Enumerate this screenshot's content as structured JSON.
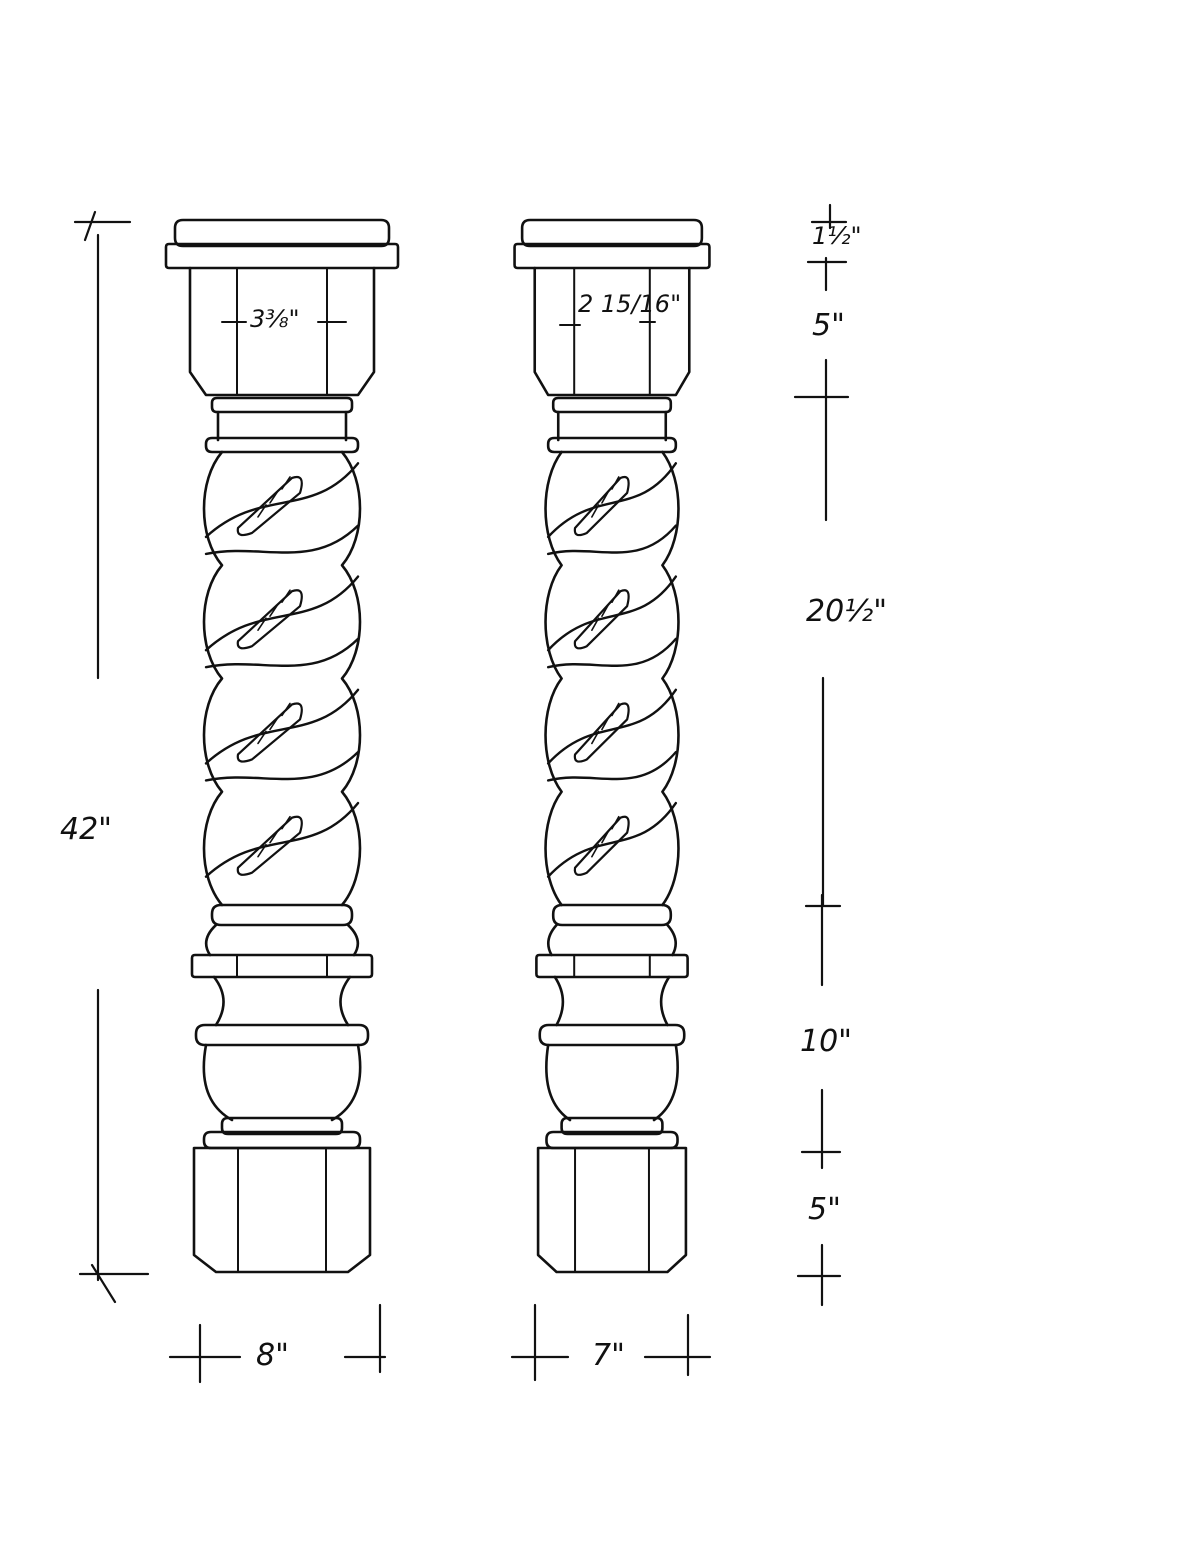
{
  "dimensions": {
    "overall_height": "42\"",
    "cap_height": "1½\"",
    "upper_block_height": "5\"",
    "twist_height": "20½\"",
    "lower_turning_height": "10\"",
    "base_height": "5\"",
    "left_width": "8\"",
    "right_width": "7\"",
    "left_block_face": "3⅜\"",
    "right_block_face": "2 15/16\""
  },
  "ink_color": "#111111"
}
